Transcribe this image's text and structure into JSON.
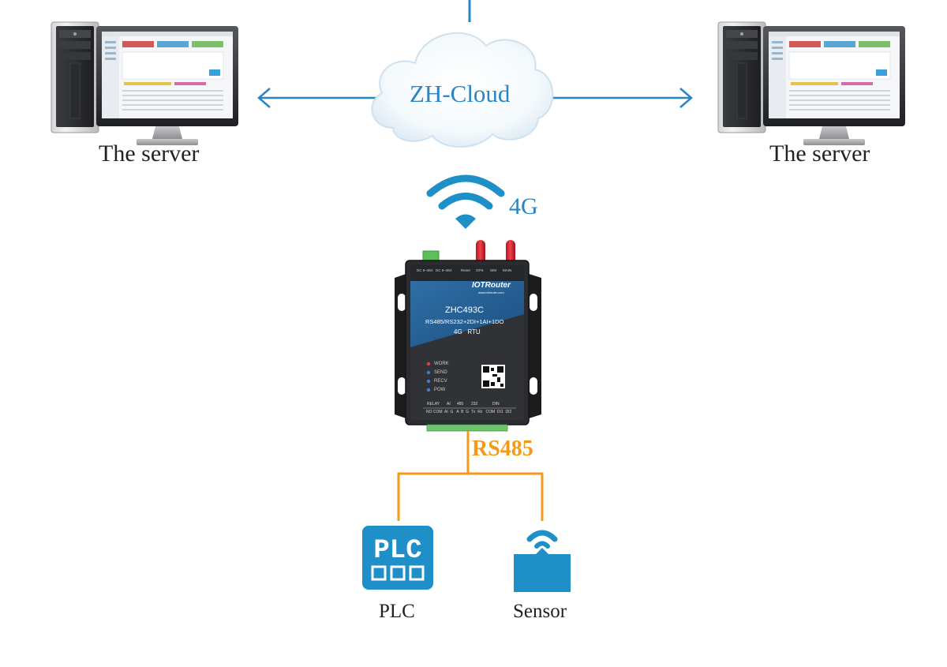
{
  "cloud": {
    "label": "ZH-Cloud"
  },
  "servers": [
    {
      "label": "The server"
    },
    {
      "label": "The server"
    }
  ],
  "network": {
    "label": "4G"
  },
  "device": {
    "brand": "IOTRouter",
    "brand_site": "www.iotrouter.com",
    "model": "ZHC493C",
    "spec": "RS485/RS232+2DI+1AI+1DO",
    "type": "4G   RTU",
    "top_labels": [
      "DC 9~36V",
      "DC 9~36V",
      "Reset",
      "GPS",
      "SIM",
      "MAIN"
    ],
    "leds": [
      "WORK",
      "SEND",
      "RECV",
      "POW"
    ],
    "terminal_groups": [
      "RELAY",
      "AI",
      "485",
      "232",
      "DIN"
    ],
    "terminal_pins": "NO COM  AI  G   A  B  G  Tx  Rx   COM  DI1  DI2"
  },
  "bus": {
    "label": "RS485"
  },
  "devices": [
    {
      "label": "PLC",
      "icon_text": "PLC"
    },
    {
      "label": "Sensor"
    }
  ],
  "colors": {
    "link_blue": "#2b85c4",
    "bus_orange": "#f39a1a",
    "icon_blue": "#1f8fc8",
    "device_body": "#2a2c2f"
  }
}
